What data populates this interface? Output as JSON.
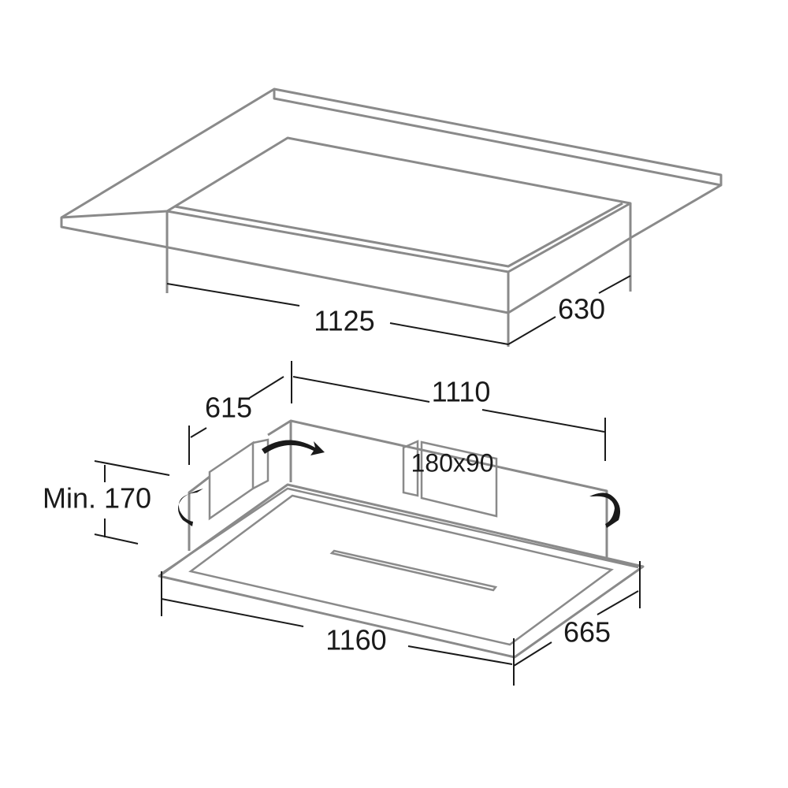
{
  "title": "Ceiling hood installation dimensions",
  "top_view": {
    "cutout_width": "1125",
    "cutout_depth": "630"
  },
  "bottom_view": {
    "body_depth": "615",
    "body_width": "1110",
    "outlet_size": "180x90",
    "min_height": "Min. 170",
    "frame_width": "1160",
    "frame_depth": "665"
  },
  "colors": {
    "line": "#8a8a8a",
    "dimension": "#1a1a1a"
  }
}
